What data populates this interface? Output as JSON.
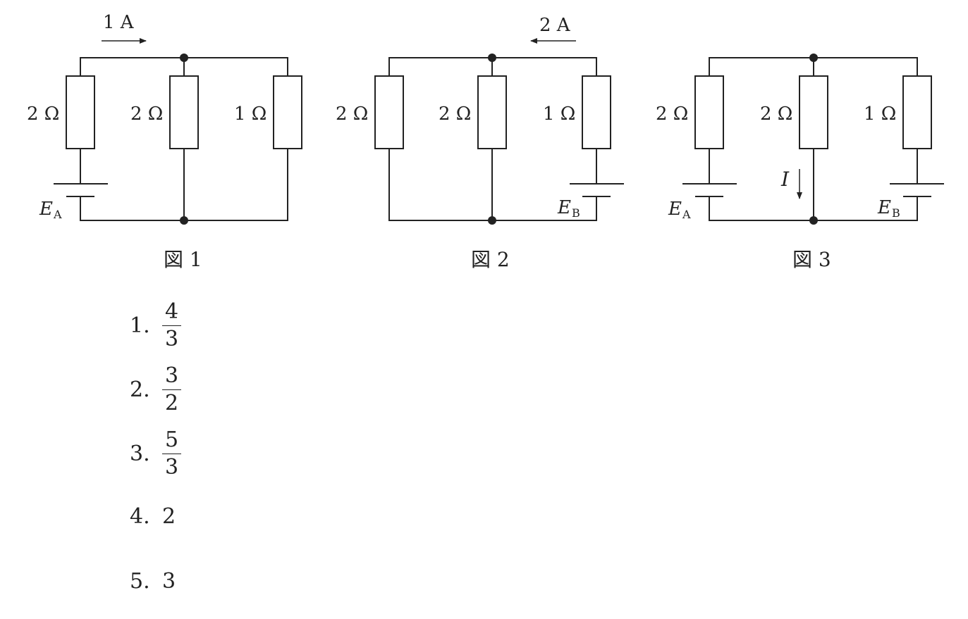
{
  "circuits": [
    {
      "caption": "図 1",
      "resistors": [
        "2 Ω",
        "2 Ω",
        "1 Ω"
      ],
      "battery_a": {
        "label": "E",
        "sub": "A"
      },
      "current_label": "1 A",
      "current_direction": "right"
    },
    {
      "caption": "図 2",
      "resistors": [
        "2 Ω",
        "2 Ω",
        "1 Ω"
      ],
      "battery_b": {
        "label": "E",
        "sub": "B"
      },
      "current_label": "2 A",
      "current_direction": "left"
    },
    {
      "caption": "図 3",
      "resistors": [
        "2 Ω",
        "2 Ω",
        "1 Ω"
      ],
      "battery_a": {
        "label": "E",
        "sub": "A"
      },
      "battery_b": {
        "label": "E",
        "sub": "B"
      },
      "current_label": "I",
      "current_direction": "down"
    }
  ],
  "choices": [
    {
      "number": "1.",
      "numerator": "4",
      "denominator": "3"
    },
    {
      "number": "2.",
      "numerator": "3",
      "denominator": "2"
    },
    {
      "number": "3.",
      "numerator": "5",
      "denominator": "3"
    },
    {
      "number": "4.",
      "value": "2"
    },
    {
      "number": "5.",
      "value": "3"
    }
  ]
}
